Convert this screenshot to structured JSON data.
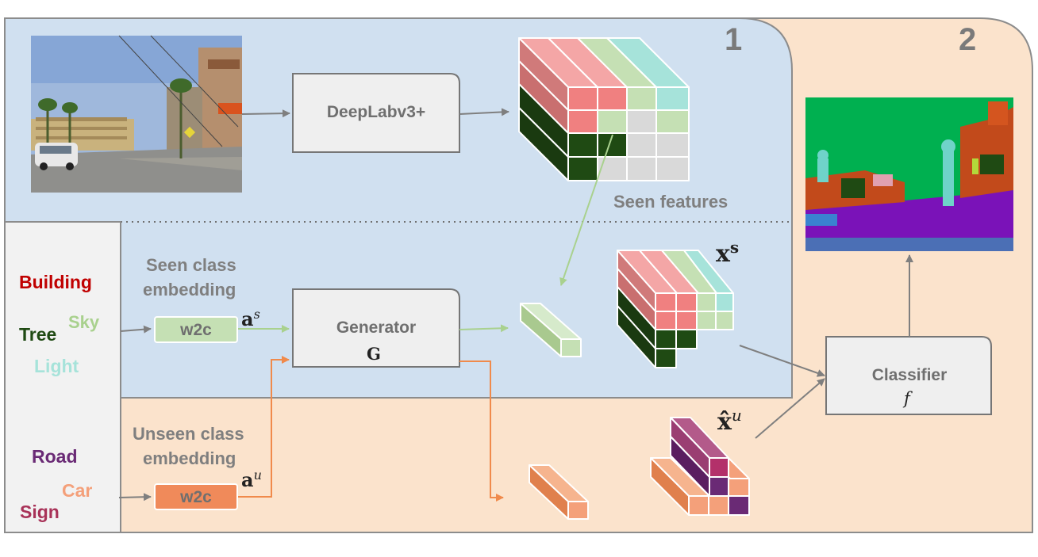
{
  "stages": {
    "stage1": "1",
    "stage2": "2"
  },
  "blocks": {
    "deeplab": "DeepLabv3+",
    "generator": "Generator",
    "generator_symbol": "G",
    "classifier": "Classifier",
    "classifier_symbol": "f"
  },
  "labels": {
    "seen_features": "Seen features",
    "seen_embedding_line1": "Seen class",
    "seen_embedding_line2": "embedding",
    "unseen_embedding_line1": "Unseen class",
    "unseen_embedding_line2": "embedding",
    "w2c_seen": "w2c",
    "w2c_unseen": "w2c"
  },
  "math": {
    "a_seen": "a",
    "a_seen_sup": "s",
    "a_unseen": "a",
    "a_unseen_sup": "u",
    "x_seen": "x",
    "x_seen_sup": "s",
    "x_unseen": "x̂",
    "x_unseen_sup": "u"
  },
  "seen_classes": [
    {
      "name": "Building",
      "color": "#c00000"
    },
    {
      "name": "Tree",
      "color": "#1f4a13"
    },
    {
      "name": "Sky",
      "color": "#a9d18e"
    },
    {
      "name": "Light",
      "color": "#a6e3da"
    }
  ],
  "unseen_classes": [
    {
      "name": "Road",
      "color": "#6a2a75"
    },
    {
      "name": "Car",
      "color": "#f4a07a"
    },
    {
      "name": "Sign",
      "color": "#a83258"
    }
  ],
  "colors": {
    "stage1_bg": "#d0e0f0",
    "stage2_bg": "#fbe3cc",
    "seen_arrow": "#a9d18e",
    "unseen_arrow": "#f08a4b",
    "gray_arrow": "#7f7f7f"
  }
}
